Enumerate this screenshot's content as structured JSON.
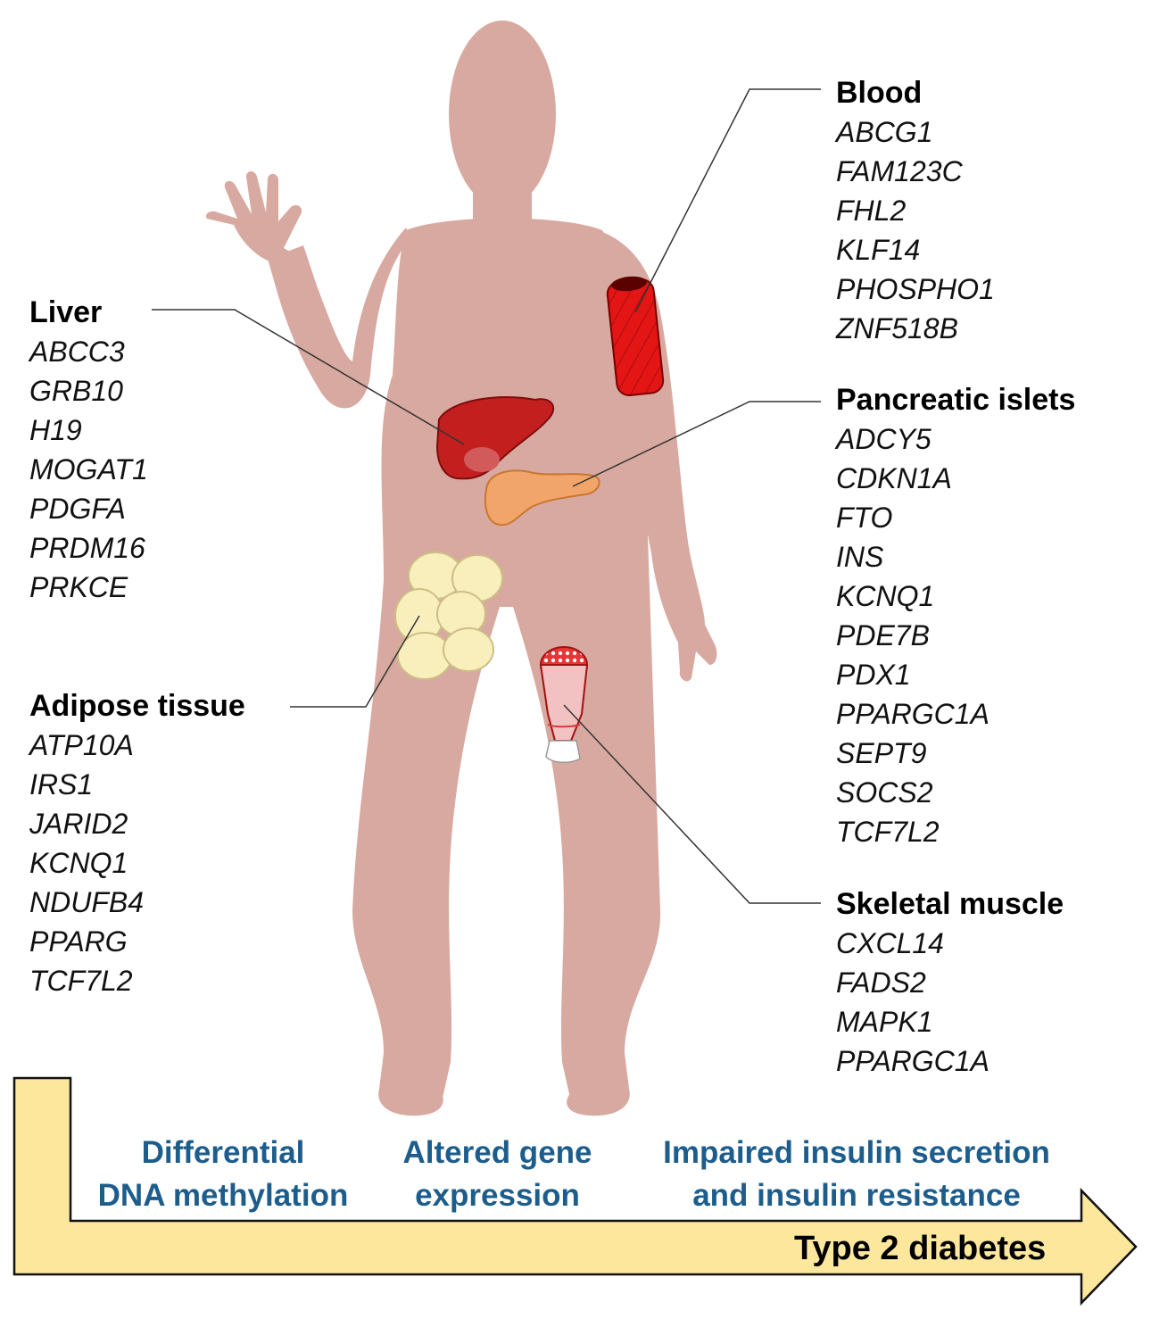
{
  "tissues": {
    "liver": {
      "title": "Liver",
      "genes": [
        "ABCC3",
        "GRB10",
        "H19",
        "MOGAT1",
        "PDGFA",
        "PRDM16",
        "PRKCE"
      ]
    },
    "adipose": {
      "title": "Adipose tissue",
      "genes": [
        "ATP10A",
        "IRS1",
        "JARID2",
        "KCNQ1",
        "NDUFB4",
        "PPARG",
        "TCF7L2"
      ]
    },
    "blood": {
      "title": "Blood",
      "genes": [
        "ABCG1",
        "FAM123C",
        "FHL2",
        "KLF14",
        "PHOSPHO1",
        "ZNF518B"
      ]
    },
    "islets": {
      "title": "Pancreatic islets",
      "genes": [
        "ADCY5",
        "CDKN1A",
        "FTO",
        "INS",
        "KCNQ1",
        "PDE7B",
        "PDX1",
        "PPARGC1A",
        "SEPT9",
        "SOCS2",
        "TCF7L2"
      ]
    },
    "muscle": {
      "title": "Skeletal muscle",
      "genes": [
        "CXCL14",
        "FADS2",
        "MAPK1",
        "PPARGC1A"
      ]
    }
  },
  "pathway": {
    "stage1": {
      "line1": "Differential",
      "line2": "DNA methylation"
    },
    "stage2": {
      "line1": "Altered gene",
      "line2": "expression"
    },
    "stage3": {
      "line1": "Impaired insulin secretion",
      "line2": "and insulin resistance"
    },
    "outcome": "Type 2 diabetes"
  },
  "colors": {
    "body": "#d8a9a0",
    "liver": "#c41f1f",
    "pancreas": "#f2a56a",
    "fat": "#f8efbd",
    "blood": "#e31515",
    "muscle": "#e83535",
    "arrow": "#fde79c",
    "stage_text": "#1d5d8c"
  }
}
